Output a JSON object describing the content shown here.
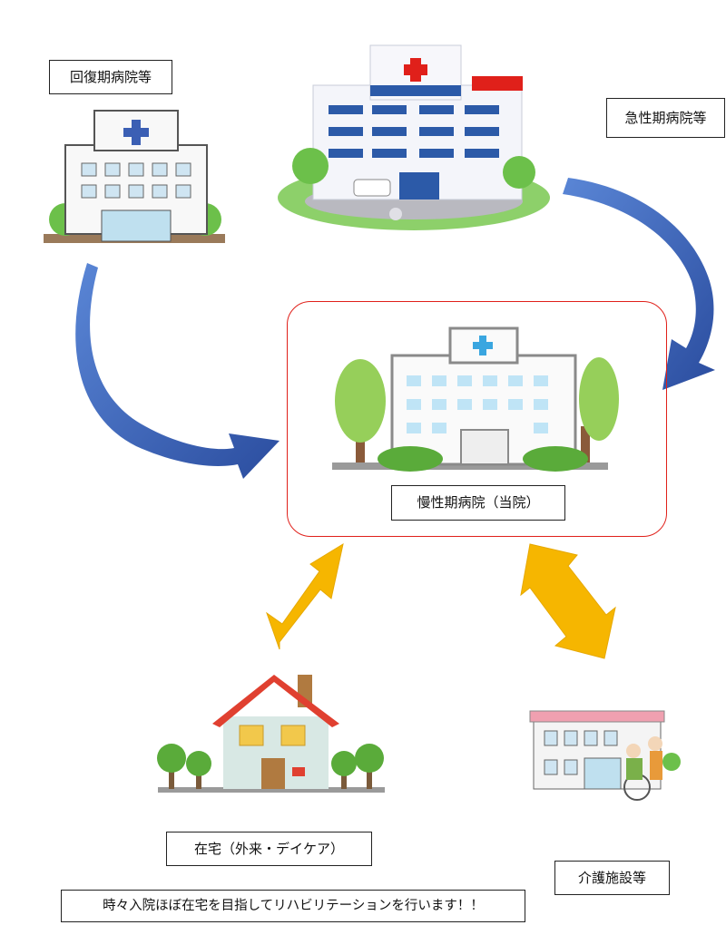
{
  "labels": {
    "recovery": "回復期病院等",
    "acute": "急性期病院等",
    "chronic": "慢性期病院（当院）",
    "home": "在宅（外来・デイケア）",
    "care": "介護施設等",
    "slogan": "時々入院ほぼ在宅を目指してリハビリテーションを行います！！"
  },
  "colors": {
    "blue_arrow": "#3b5fb4",
    "yellow_arrow": "#f6b600",
    "center_border": "#e0201a",
    "cross": "#e0201a",
    "cross_blue": "#3b66c6",
    "tree": "#6cc04a",
    "roof": "#e04030"
  },
  "icons": {
    "acute_hospital": "hospital-building-icon",
    "recovery_hospital": "hospital-building-icon",
    "chronic_hospital": "hospital-building-icon",
    "home": "house-icon",
    "care_facility": "nursing-facility-icon"
  }
}
